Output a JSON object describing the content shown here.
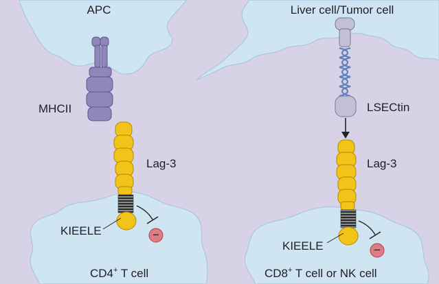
{
  "left_panel": {
    "top_cell": "APC",
    "presenting_molecule": "MHCII",
    "receptor": "Lag-3",
    "motif": "KIEELE",
    "bottom_cell_prefix": "CD4",
    "bottom_cell_sup": "+",
    "bottom_cell_suffix": " T cell"
  },
  "right_panel": {
    "top_cell": "Liver cell/Tumor cell",
    "ligand": "LSECtin",
    "receptor": "Lag-3",
    "motif": "KIEELE",
    "bottom_cell_prefix": "CD8",
    "bottom_cell_sup": "+",
    "bottom_cell_suffix": " T cell or NK cell"
  },
  "inhibition_symbol": "−",
  "colors": {
    "background": "#d8d2e6",
    "cell_fill": "#cfe5f1",
    "cell_stroke": "#a9c8da",
    "lag3": "#f2c318",
    "lag3_stroke": "#b08a00",
    "mhc": "#8e87b8",
    "lsectin": "#c3bfd6",
    "helix": "#5f7fbf",
    "inhibit": "#e07b86"
  }
}
